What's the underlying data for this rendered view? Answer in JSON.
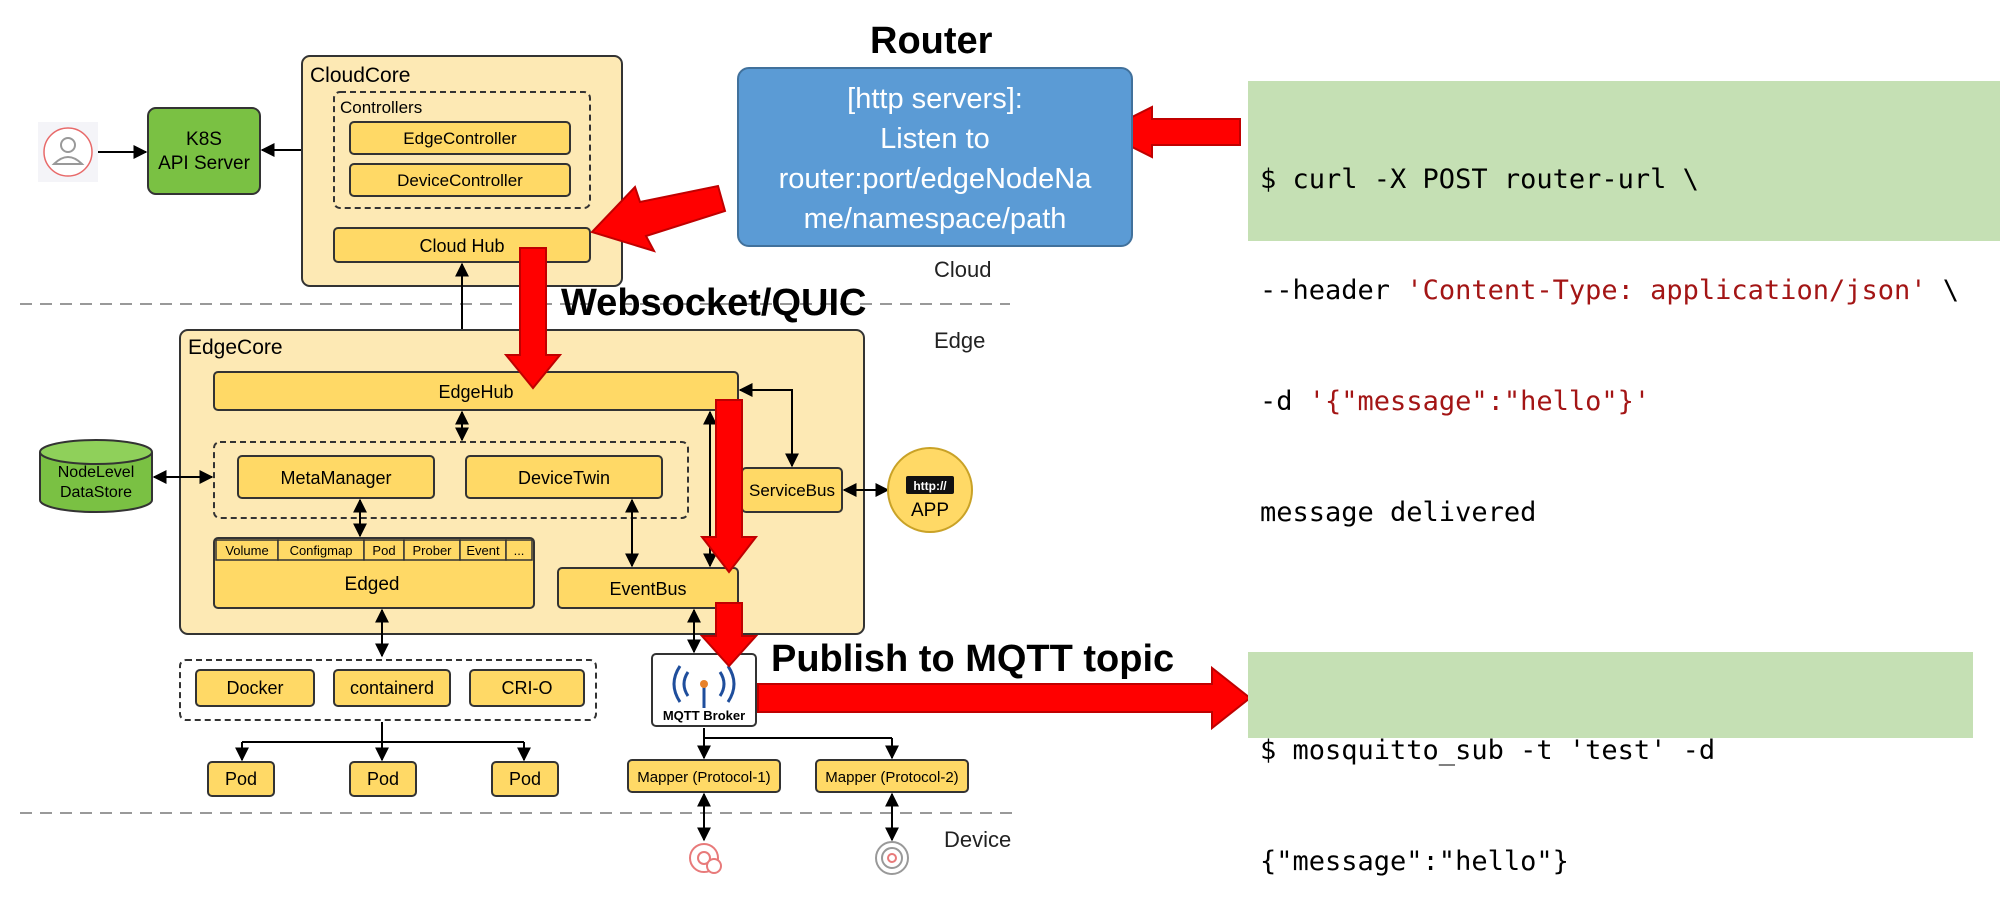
{
  "diagram": {
    "cloudcore": {
      "title": "CloudCore",
      "controllers_label": "Controllers",
      "edge_controller": "EdgeController",
      "device_controller": "DeviceController",
      "cloud_hub": "Cloud Hub"
    },
    "k8s_api_server": {
      "line1": "K8S",
      "line2": "API Server"
    },
    "router": {
      "title": "Router",
      "lines": [
        "[http servers]:",
        "Listen to",
        "router:port/edgeNodeNa",
        "me/namespace/path"
      ]
    },
    "zones": {
      "cloud": "Cloud",
      "edge": "Edge",
      "device": "Device"
    },
    "websocket_label": "Websocket/QUIC",
    "edgecore": {
      "title": "EdgeCore",
      "edge_hub": "EdgeHub",
      "meta_manager": "MetaManager",
      "device_twin": "DeviceTwin",
      "edged": "Edged",
      "edged_tabs": [
        "Volume",
        "Configmap",
        "Pod",
        "Prober",
        "Event",
        "..."
      ],
      "event_bus": "EventBus",
      "service_bus": "ServiceBus"
    },
    "datastore": {
      "line1": "NodeLevel",
      "line2": "DataStore"
    },
    "app": {
      "badge": "http://",
      "label": "APP"
    },
    "runtimes": [
      "Docker",
      "containerd",
      "CRI-O"
    ],
    "pods": [
      "Pod",
      "Pod",
      "Pod"
    ],
    "mqtt_broker": "MQTT Broker",
    "publish_label": "Publish to MQTT topic",
    "mappers": [
      "Mapper (Protocol-1)",
      "Mapper (Protocol-2)"
    ],
    "curl_terminal": {
      "line1": "$ curl -X POST router-url \\",
      "line2_pre": "--header ",
      "line2_str": "'Content-Type: application/json'",
      "line2_post": " \\",
      "line3_pre": "-d ",
      "line3_str": "'{\"message\":\"hello\"}'",
      "line4": "message delivered"
    },
    "mosquitto_terminal": {
      "line1": "$ mosquitto_sub -t 'test' -d",
      "line2": "{\"message\":\"hello\"}"
    }
  }
}
